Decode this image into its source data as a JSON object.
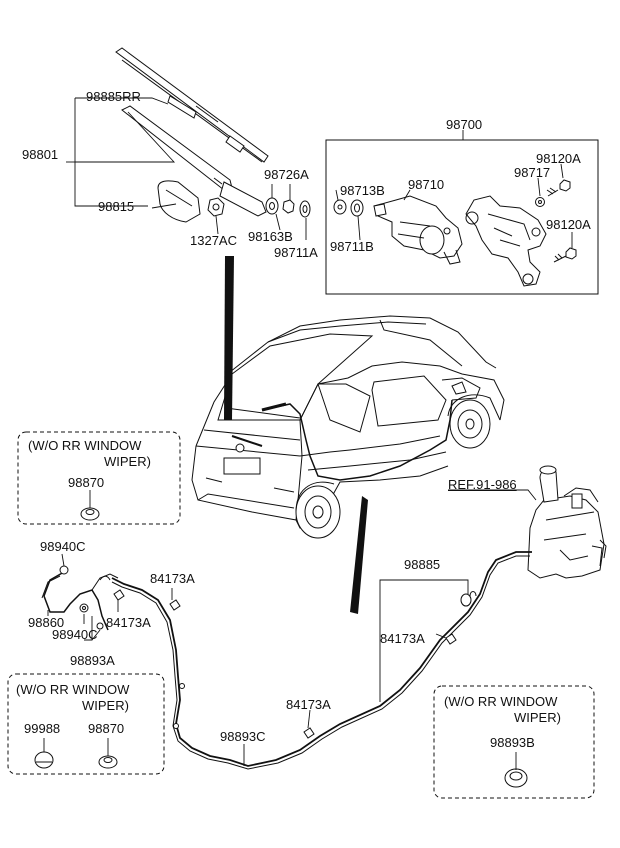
{
  "parts": {
    "p98885RR": "98885RR",
    "p98801": "98801",
    "p98815": "98815",
    "p1327AC": "1327AC",
    "p98726A": "98726A",
    "p98163B": "98163B",
    "p98711A": "98711A",
    "p98713B": "98713B",
    "p98711B": "98711B",
    "p98710": "98710",
    "p98700": "98700",
    "p98120A_top": "98120A",
    "p98717": "98717",
    "p98120A_bot": "98120A",
    "p98870_a": "98870",
    "p98940C_a": "98940C",
    "p98860": "98860",
    "p98940C_b": "98940C",
    "p84173A_a": "84173A",
    "p84173A_b": "84173A",
    "p98893A": "98893A",
    "p98885": "98885",
    "p84173A_c": "84173A",
    "p84173A_d": "84173A",
    "p98893C": "98893C",
    "p99988": "99988",
    "p98870_b": "98870",
    "p98893B": "98893B",
    "ref": "REF.91-986"
  },
  "notes": {
    "wo_rr_1": "(W/O RR WINDOW",
    "wo_rr_2": "WIPER)"
  }
}
